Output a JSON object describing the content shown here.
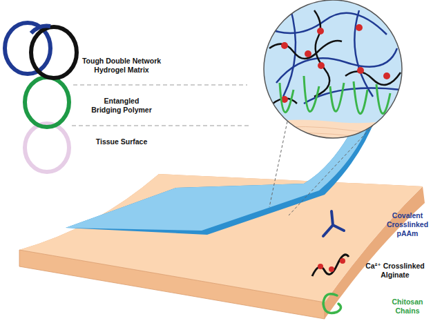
{
  "diagram": {
    "labels": [
      "Tough Double Network Hydrogel Matrix",
      "Entangled Bridging Polymer",
      "Tissue Surface"
    ],
    "legend": [
      {
        "text": "Covalent Crosslinked pAAm"
      },
      {
        "text": "Ca²⁺ Crosslinked Alginate"
      },
      {
        "text": "Chitosan Chains"
      }
    ]
  }
}
